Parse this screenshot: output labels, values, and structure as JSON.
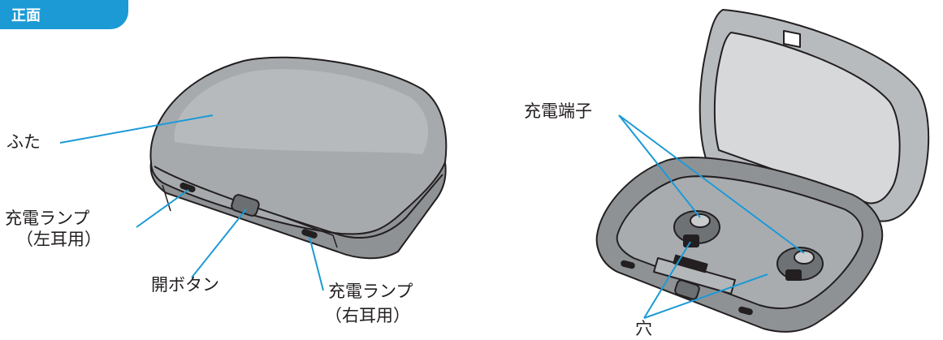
{
  "section_tab": "正面",
  "labels": {
    "lid": "ふた",
    "charge_lamp_left_1": "充電ランプ",
    "charge_lamp_left_2": "（左耳用）",
    "open_button": "開ボタン",
    "charge_lamp_right_1": "充電ランプ",
    "charge_lamp_right_2": "（右耳用）",
    "charge_terminal": "充電端子",
    "hole": "穴"
  },
  "colors": {
    "tab": "#1b9ad6",
    "leader_line": "#1b9ad6",
    "case_body": "#8f9295",
    "case_light": "#c4c6c8",
    "outline": "#231f20"
  }
}
